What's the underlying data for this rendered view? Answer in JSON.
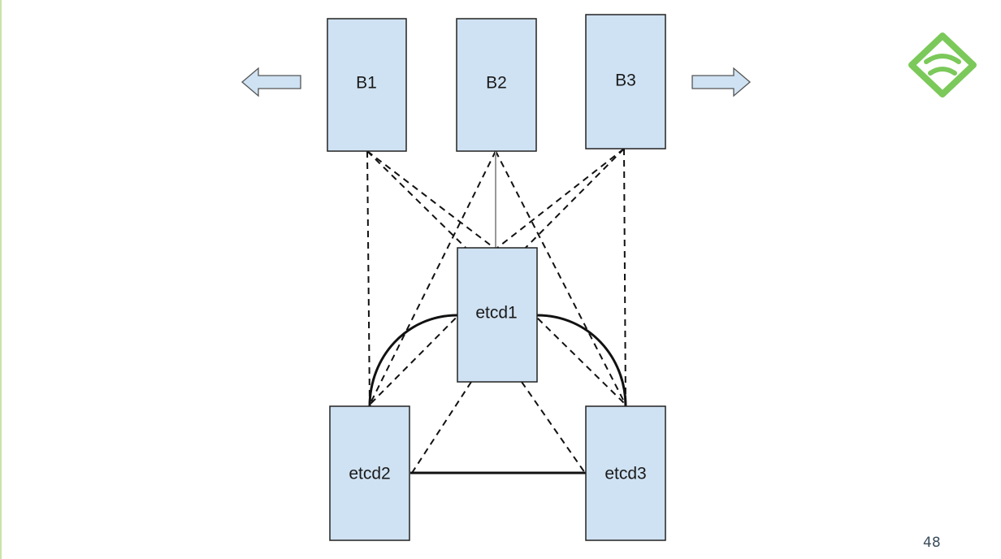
{
  "diagram": {
    "nodes": {
      "b1": "B1",
      "b2": "B2",
      "b3": "B3",
      "etcd1": "etcd1",
      "etcd2": "etcd2",
      "etcd3": "etcd3"
    },
    "colors": {
      "node_fill": "#cfe2f3",
      "node_border": "#222222",
      "logo_green": "#7bc95a"
    }
  },
  "slide": {
    "page_number": "48"
  },
  "icons": [
    "arrow-left-icon",
    "arrow-right-icon",
    "logo-icon"
  ]
}
